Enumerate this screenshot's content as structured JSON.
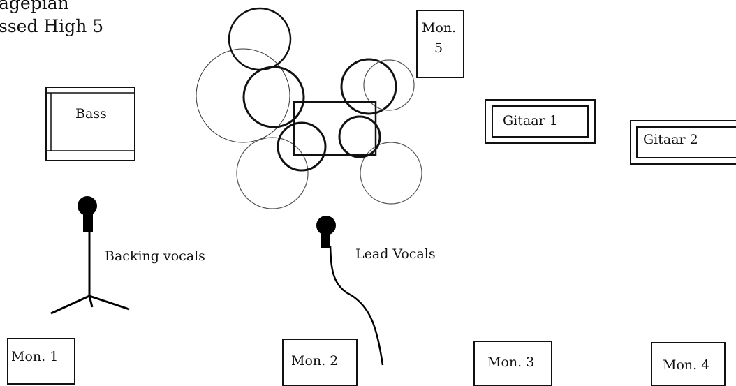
{
  "title": {
    "line1": "agepian",
    "line2": "ssed High 5"
  },
  "amps": {
    "bass": "Bass",
    "gitaar1": "Gitaar 1",
    "gitaar2": "Gitaar 2"
  },
  "monitors": {
    "mon1": "Mon. 1",
    "mon2": "Mon. 2",
    "mon3": "Mon. 3",
    "mon4": "Mon. 4",
    "mon5_line1": "Mon.",
    "mon5_line2": "5"
  },
  "vocals": {
    "backing": "Backing vocals",
    "lead": "Lead Vocals"
  }
}
